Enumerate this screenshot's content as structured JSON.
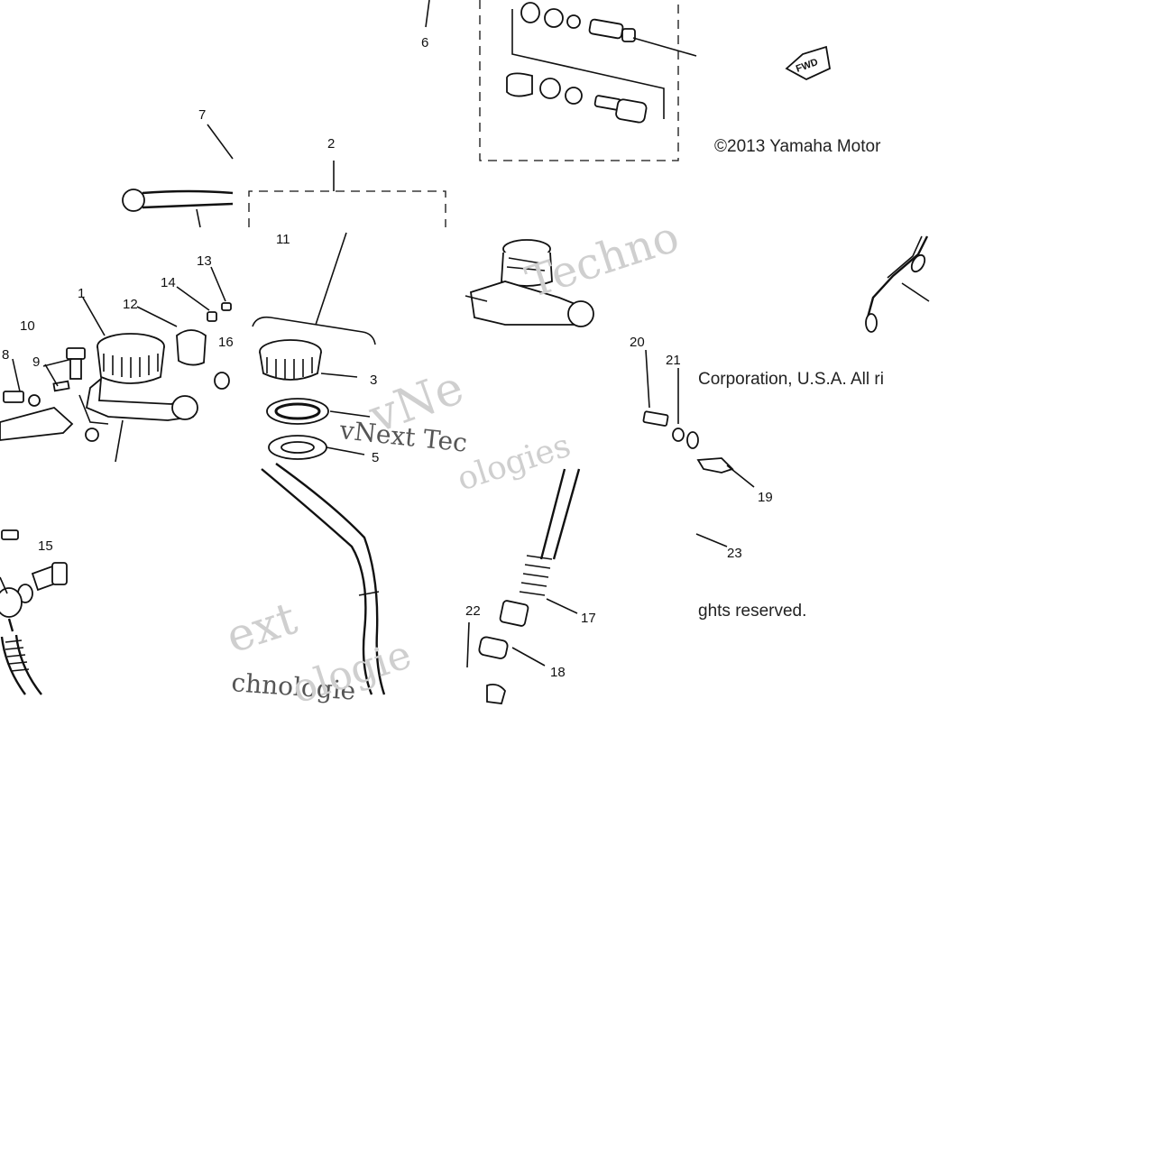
{
  "copyright": {
    "line1": "©2013 Yamaha Motor",
    "line2": "Corporation, U.S.A. All ri",
    "line3": "ghts reserved."
  },
  "direction_tag": "FWD",
  "watermarks": [
    "Techno",
    "vNe",
    "vNext Tec",
    "ologies",
    "ext",
    "chnologie",
    "ologie"
  ],
  "callouts": [
    "1",
    "2",
    "3",
    "5",
    "6",
    "7",
    "8",
    "9",
    "10",
    "11",
    "12",
    "13",
    "14",
    "15",
    "16",
    "17",
    "18",
    "19",
    "20",
    "21",
    "22",
    "23"
  ]
}
